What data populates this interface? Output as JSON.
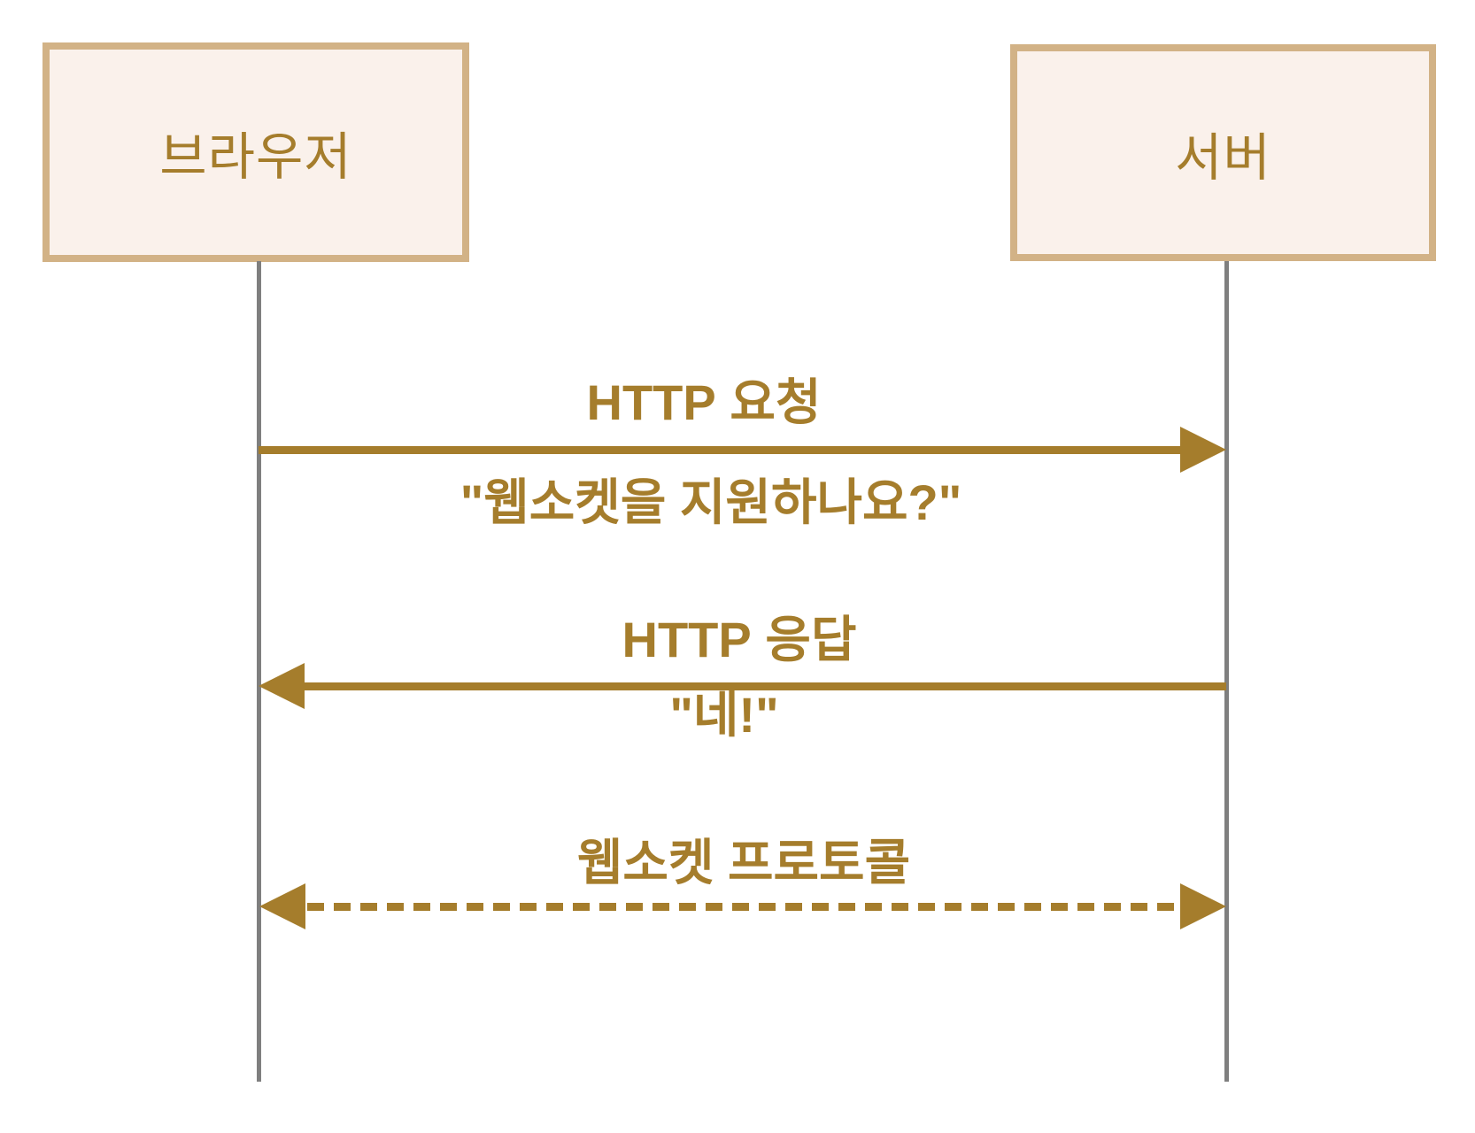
{
  "diagram_type": "sequence",
  "actors": [
    {
      "id": "browser",
      "label": "브라우저"
    },
    {
      "id": "server",
      "label": "서버"
    }
  ],
  "messages": [
    {
      "keyword": "HTTP",
      "label": "요청",
      "note": "\"웹소켓을 지원하나요?\"",
      "from": "browser",
      "to": "server",
      "line_style": "solid",
      "bidirectional": false
    },
    {
      "keyword": "HTTP",
      "label": "응답",
      "note": "\"네!\"",
      "from": "server",
      "to": "browser",
      "line_style": "solid",
      "bidirectional": false
    },
    {
      "keyword": "",
      "label": "웹소켓 프로토콜",
      "note": "",
      "from": "browser",
      "to": "server",
      "line_style": "dashed",
      "bidirectional": true
    }
  ],
  "colors": {
    "accent": "#A57D2C",
    "box_border": "#D2B286",
    "box_fill": "#FAF1EB",
    "lifeline": "#7F7F7F",
    "background": "#FFFFFF"
  }
}
